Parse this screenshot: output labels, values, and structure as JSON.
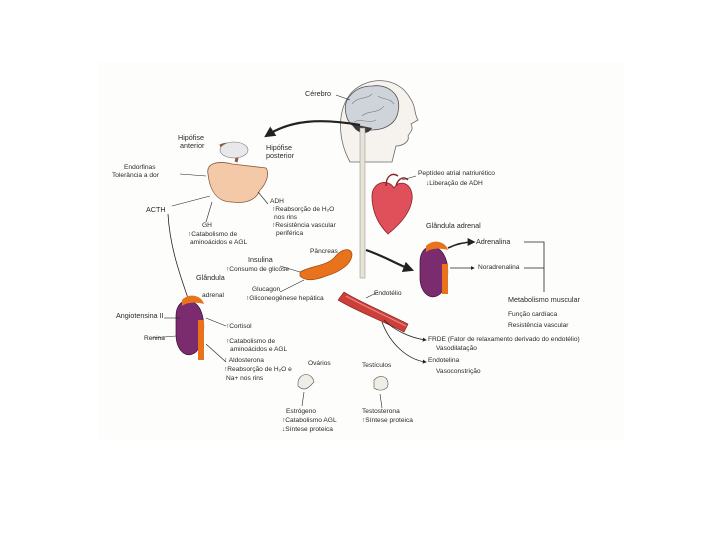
{
  "diagram": {
    "brain": "Cérebro",
    "anterior_pituitary": [
      "Hipófise",
      "anterior"
    ],
    "posterior_pituitary": [
      "Hipófise",
      "posterior"
    ],
    "endorphins": [
      "Endorfinas",
      "Tolerância a dor"
    ],
    "acth": "ACTH",
    "gh": [
      "GH",
      "↑Catabolismo de",
      "aminoácidos e AGL"
    ],
    "adh": [
      "ADH",
      "↑Reabsorção de H₂O",
      "nos rins",
      "↑Resistência vascular",
      "periférica"
    ],
    "pancreas": "Pâncreas",
    "insulin": [
      "Insulina",
      "↑Consumo de glicose"
    ],
    "glucagon": [
      "Glucagon",
      "↑Gliconeogênese hepática"
    ],
    "adrenal_gland_left": [
      "Glândula",
      "adrenal"
    ],
    "angiotensin": "Angiotensina II",
    "renin": "Renina",
    "cortisol": [
      "↑Cortisol",
      "↑Catabolismo de",
      "aminoácidos e AGL"
    ],
    "aldosterone": [
      "↑ Aldosterona",
      "↑Reabsorção de H₂O e",
      "Na+ nos rins"
    ],
    "ovaries": "Ovários",
    "testes": "Testículos",
    "estrogen": [
      "Estrógeno",
      "↑Catabolismo AGL",
      "↓Síntese proteica"
    ],
    "testosterone": [
      "Testosterona",
      "↑Síntese proteica"
    ],
    "anp": [
      "Peptídeo atrial natriurético",
      "↓Liberação de ADH"
    ],
    "adrenal_gland_right": "Glândula adrenal",
    "adrenaline": "Adrenalina",
    "noradrenaline": "Noradrenalina",
    "muscle_metabolism": [
      "Metabolismo muscular",
      "Função cardíaca",
      "Resistência vascular"
    ],
    "endothelium": "Endotélio",
    "edrf": [
      "FRDE (Fator de relaxamento derivado do endotélio)",
      "Vasodilatação"
    ],
    "endothelin": [
      "Endotelina",
      "Vasoconstrição"
    ]
  },
  "colors": {
    "organ_orange": "#e8731c",
    "adrenal_purple": "#7a2c6e",
    "heart_red": "#e0505a",
    "vessel_red": "#cc3f3a",
    "brain_gray": "#cfd4da",
    "pituitary_peach": "#f4c9a8",
    "ink": "#2a2a2a"
  }
}
